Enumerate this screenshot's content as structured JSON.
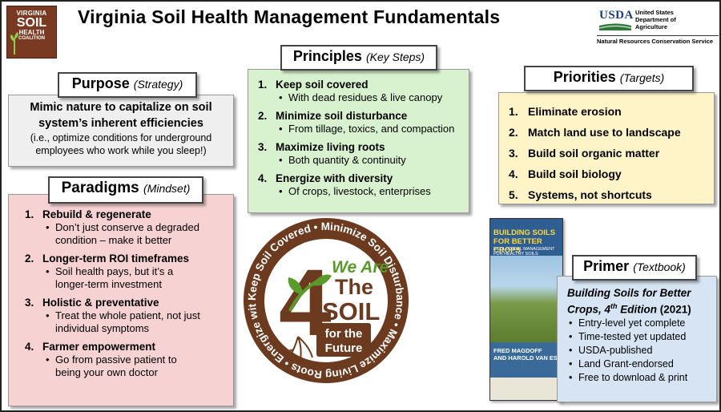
{
  "header": {
    "title": "Virginia Soil Health Management Fundamentals",
    "coalition_logo": {
      "line1": "VIRGINIA",
      "line2": "SOIL",
      "line3": "HEALTH",
      "line4": "COALITION"
    },
    "usda_logo": {
      "mark": "USDA",
      "dept_line1": "United States",
      "dept_line2": "Department of",
      "dept_line3": "Agriculture",
      "agency": "Natural Resources Conservation Service"
    }
  },
  "purpose": {
    "heading": "Purpose",
    "subheading": "(Strategy)",
    "main_line1": "Mimic nature to capitalize on soil",
    "main_line2": "system’s inherent efficiencies",
    "note_line1": "(i.e., optimize conditions for underground",
    "note_line2": "employees who work while you sleep!)"
  },
  "paradigms": {
    "heading": "Paradigms",
    "subheading": "(Mindset)",
    "items": [
      {
        "num": "1.",
        "label": "Rebuild & regenerate",
        "detail_line1": "Don’t just conserve a degraded",
        "detail_line2": "condition – make it better"
      },
      {
        "num": "2.",
        "label": "Longer-term ROI timeframes",
        "detail_line1": "Soil health pays, but it’s a",
        "detail_line2": "longer-term investment"
      },
      {
        "num": "3.",
        "label": "Holistic & preventative",
        "detail_line1": "Treat the whole patient, not just",
        "detail_line2": "individual symptoms"
      },
      {
        "num": "4.",
        "label": "Farmer empowerment",
        "detail_line1": "Go from passive patient to",
        "detail_line2": "being your own doctor"
      }
    ]
  },
  "principles": {
    "heading": "Principles",
    "subheading": "(Key Steps)",
    "items": [
      {
        "num": "1.",
        "label": "Keep soil covered",
        "detail": "With dead residues & live canopy"
      },
      {
        "num": "2.",
        "label": "Minimize soil disturbance",
        "detail": "From tillage, toxics, and compaction"
      },
      {
        "num": "3.",
        "label": "Maximize living roots",
        "detail": "Both quantity & continuity"
      },
      {
        "num": "4.",
        "label": "Energize with diversity",
        "detail": "Of crops, livestock, enterprises"
      }
    ]
  },
  "priorities": {
    "heading": "Priorities",
    "subheading": "(Targets)",
    "items": [
      {
        "num": "1.",
        "label": "Eliminate erosion"
      },
      {
        "num": "2.",
        "label": "Match land use to landscape"
      },
      {
        "num": "3.",
        "label": "Build soil organic matter"
      },
      {
        "num": "4.",
        "label": "Build soil biology"
      },
      {
        "num": "5.",
        "label": "Systems, not shortcuts"
      }
    ]
  },
  "primer": {
    "heading": "Primer",
    "subheading": "(Textbook)",
    "book_line1": "Building Soils for Better",
    "book_line2": "Crops, 4",
    "book_sup": "th",
    "book_edition": " Edition",
    "book_year": " (2021)",
    "features": [
      "Entry-level yet complete",
      "Time-tested yet updated",
      "USDA-published",
      "Land Grant-endorsed",
      "Free to download & print"
    ]
  },
  "book_cover": {
    "title": "BUILDING SOILS FOR BETTER CROPS",
    "subtitle": "ECOLOGICAL MANAGEMENT FOR HEALTHY SOILS",
    "author1": "FRED MAGDOFF",
    "author2": "AND HAROLD VAN ES"
  },
  "emblem": {
    "ring_text": "Keep Soil Covered • Minimize Soil Disturbance • Maximize Living Roots • Energize with Diversity •",
    "we_are": "We Are",
    "the": "The",
    "number": "4",
    "soil": "SOIL",
    "for_the": "for the",
    "future": "Future"
  },
  "colors": {
    "emblem_brown": "#6b3a1f",
    "emblem_green": "#5a9a2a",
    "paradigms_bg": "#f7d2d2",
    "principles_bg": "#d8f2cf",
    "priorities_bg": "#fff3c8",
    "primer_bg": "#d6e4f3",
    "purpose_bg": "#efefef"
  }
}
